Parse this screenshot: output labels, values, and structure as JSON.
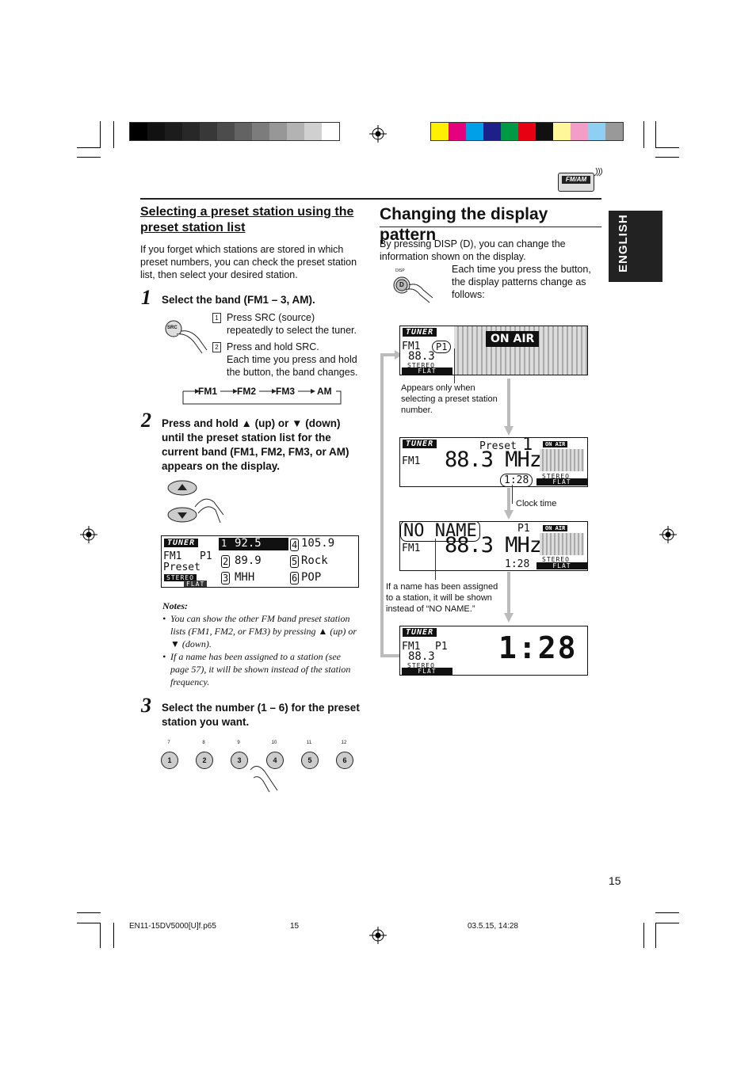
{
  "colors": {
    "gray_swatches": [
      "#000000",
      "#111111",
      "#1c1c1c",
      "#282828",
      "#383838",
      "#4c4c4c",
      "#636363",
      "#7c7c7c",
      "#979797",
      "#b3b3b3",
      "#d0d0d0",
      "#ffffff"
    ],
    "color_swatches": [
      "#ffef00",
      "#e5007e",
      "#00a0e9",
      "#1d2088",
      "#009944",
      "#e60012",
      "#111111",
      "#fff799",
      "#f29ec8",
      "#8fcff4",
      "#999999"
    ],
    "tab_bg": "#222222",
    "arrow": "#bbbbbb"
  },
  "header": {
    "mode_icon": "FM/AM",
    "tab_label": "ENGLISH"
  },
  "left": {
    "title": "Selecting a preset station using the preset station list",
    "intro": "If you forget which stations are stored in which preset numbers, you can check the preset station list, then select your desired station.",
    "step1": {
      "num": "1",
      "text": "Select the band (FM1 – 3, AM).",
      "src_label": "SRC",
      "sub1_num": "1",
      "sub1": "Press SRC (source) repeatedly to select the tuner.",
      "sub2_num": "2",
      "sub2a": "Press and hold SRC.",
      "sub2b": "Each time you press and hold the button, the band changes.",
      "band_cycle": [
        "FM1",
        "FM2",
        "FM3",
        "AM"
      ]
    },
    "step2": {
      "num": "2",
      "text": "Press and hold ▲ (up) or ▼ (down) until the preset station list for the current band (FM1, FM2, FM3, or AM) appears on the display."
    },
    "list_lcd": {
      "tuner": "TUNER",
      "band": "FM1",
      "preset_no": "P1",
      "preset_word": "Preset",
      "stereo": "STEREO",
      "flat": "FLAT",
      "entries": [
        {
          "n": "1",
          "v": "92.5"
        },
        {
          "n": "2",
          "v": "89.9"
        },
        {
          "n": "3",
          "v": "MHH"
        },
        {
          "n": "4",
          "v": "105.9"
        },
        {
          "n": "5",
          "v": "Rock"
        },
        {
          "n": "6",
          "v": "POP"
        }
      ]
    },
    "notes_title": "Notes:",
    "note1": "You can show the other FM band preset station lists (FM1, FM2, or FM3) by pressing ▲ (up) or ▼ (down).",
    "note2": "If a name has been assigned to a station (see page 57), it will be shown instead of the station frequency.",
    "step3": {
      "num": "3",
      "text": "Select the number (1 – 6) for the preset station you want."
    },
    "buttons": [
      {
        "label": "1",
        "top": "7"
      },
      {
        "label": "2",
        "top": "8"
      },
      {
        "label": "3",
        "top": "9"
      },
      {
        "label": "4",
        "top": "10"
      },
      {
        "label": "5",
        "top": "11"
      },
      {
        "label": "6",
        "top": "12"
      }
    ]
  },
  "right": {
    "title": "Changing the display pattern",
    "intro": "By pressing DISP (D), you can change the information shown on the display.",
    "disp_small": "DISP",
    "disp_btn": "D",
    "each_time": "Each time you press the button, the display patterns change as follows:",
    "lcd1": {
      "tuner": "TUNER",
      "band": "FM1",
      "preset": "P1",
      "freq": "88.3",
      "stereo": "STEREO",
      "flat": "FLAT",
      "on_air": "ON AIR"
    },
    "cap1": "Appears only when selecting a preset station number.",
    "lcd2": {
      "tuner": "TUNER",
      "band": "FM1",
      "preset_word": "Preset",
      "preset_no": "1",
      "freq": "88.3 MHz",
      "clock": "1:28",
      "on_air": "ON AIR",
      "stereo": "STEREO",
      "flat": "FLAT"
    },
    "cap2": "Clock time",
    "lcd3": {
      "name": "NO NAME",
      "band": "FM1",
      "preset": "P1",
      "freq": "88.3 MHz",
      "clock": "1:28",
      "on_air": "ON AIR",
      "stereo": "STEREO",
      "flat": "FLAT"
    },
    "cap3": "If a name has been assigned to a station, it will be shown instead of “NO NAME.”",
    "lcd4": {
      "tuner": "TUNER",
      "band": "FM1",
      "preset": "P1",
      "freq": "88.3",
      "stereo": "STEREO",
      "flat": "FLAT",
      "clock": "1:28"
    }
  },
  "footer": {
    "page_num": "15",
    "file": "EN11-15DV5000[U]f.p65",
    "mid": "15",
    "date": "03.5.15, 14:28"
  }
}
